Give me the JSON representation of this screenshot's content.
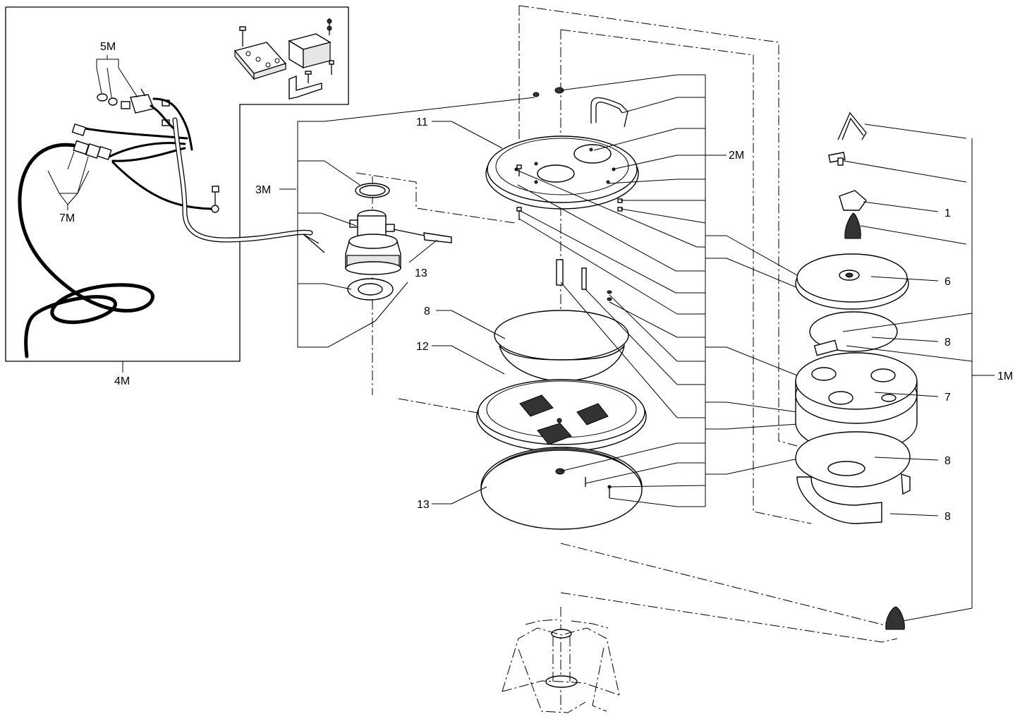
{
  "callouts": {
    "c1": "1",
    "c6": "6",
    "c8a": "8",
    "c7": "7",
    "c8b": "8",
    "c8c": "8",
    "c1M": "1M",
    "c2M": "2M",
    "c3M": "3M",
    "c4M": "4M",
    "c5M": "5M",
    "c7M": "7M",
    "c8d": "8",
    "c11": "11",
    "c12": "12",
    "c13a": "13",
    "c13b": "13"
  }
}
